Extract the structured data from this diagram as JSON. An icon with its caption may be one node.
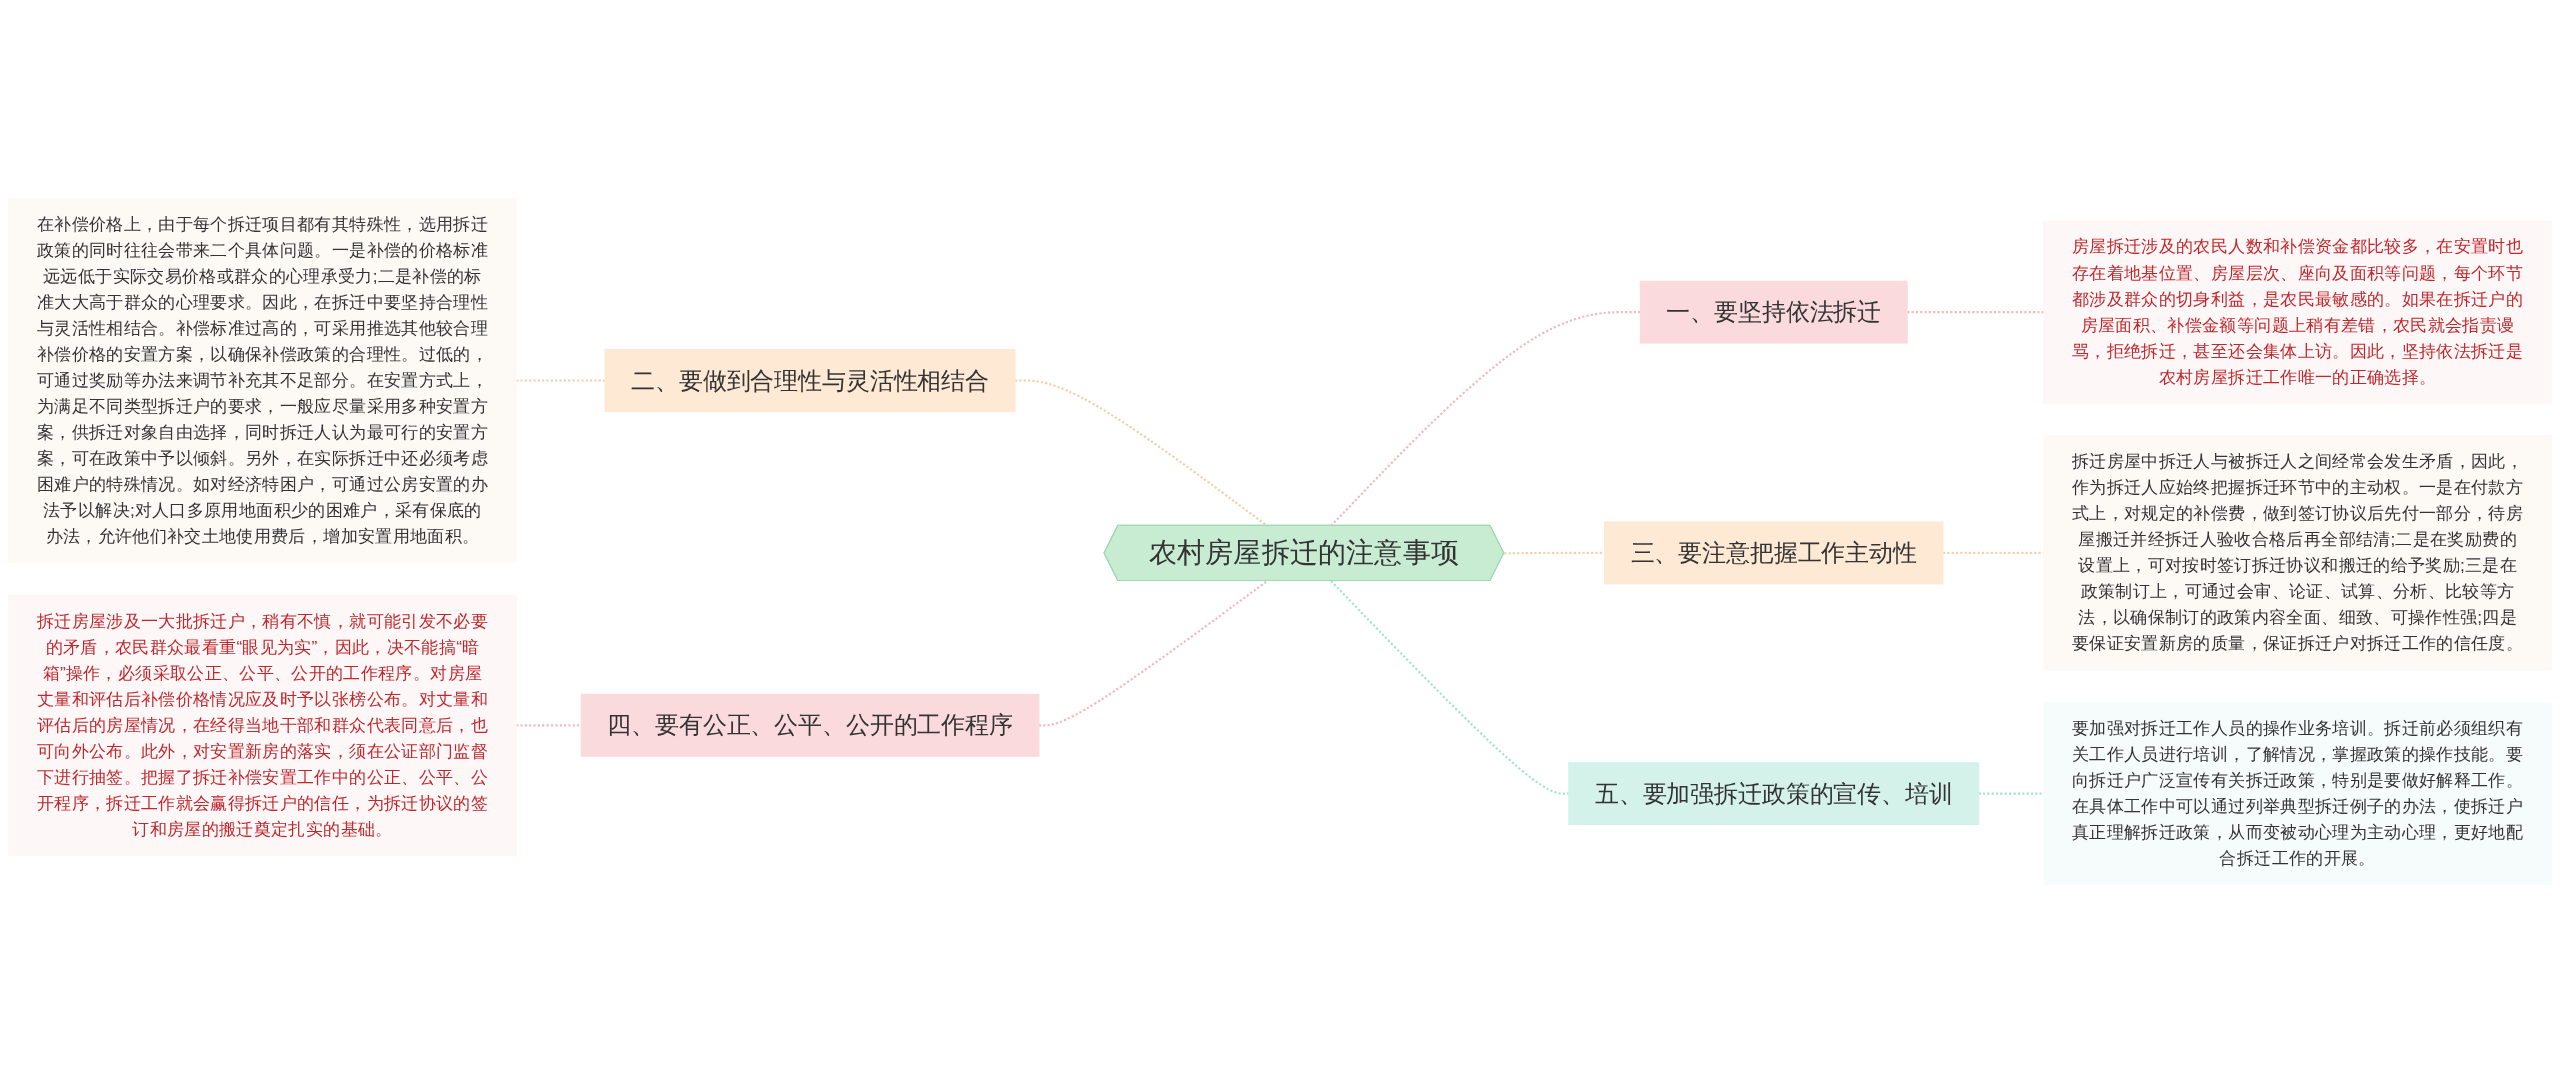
{
  "diagram": {
    "nodes": [
      {
        "text": [
          "农村房屋拆迁的注意事项"
        ]
      },
      {
        "text": [
          "一、要坚持依法拆迁"
        ]
      },
      {
        "text": [
          "房屋拆迁涉及的农民人数和补偿资金都比较多，在安置时也存在着地基位置、房屋层次、座向及面积等问题，每个环节都涉及群众的切身利益，是农民最敏感的。如果在拆迁户的房屋面积、补偿金额等问题上稍有差错，农民就会指责谩骂，拒绝拆迁，甚至还会集体上访。因此，坚持依法拆迁是农村房屋拆迁工作唯一的正确选择。"
        ]
      },
      {
        "text": [
          "二、要做到合理性与灵活性相结合"
        ]
      },
      {
        "text": [
          "在补偿价格上，由于每个拆迁项目都有其特殊性，选用拆迁政策的同时往往会带来二个具体问题。一是补偿的价格标准远远低于实际交易价格或群众的心理承受力;二是补偿的标准大大高于群众的心理要求。因此，在拆迁中要坚持合理性与灵活性相结合。补偿标准过高的，可采用推选其他较合理补偿价格的安置方案，以确保补偿政策的合理性。过低的，可通过奖励等办法来调节补充其不足部分。在安置方式上，为满足不同类型拆迁户的要求，一般应尽量采用多种安置方案，供拆迁对象自由选择，同时拆迁人认为最可行的安置方案，可在政策中予以倾斜。另外，在实际拆迁中还必须考虑困难户的特殊情况。如对经济特困户，可通过公房安置的办法予以解决;对人口多原用地面积少的困难户，采有保底的办法，允许他们补交土地使用费后，增加安置用地面积。"
        ]
      },
      {
        "text": [
          "三、要注意把握工作主动性"
        ]
      },
      {
        "text": [
          "拆迁房屋中拆迁人与被拆迁人之间经常会发生矛盾，因此，作为拆迁人应始终把握拆迁环节中的主动权。一是在付款方式上，对规定的补偿费，做到签订协议后先付一部分，待房屋搬迁并经拆迁人验收合格后再全部结清;二是在奖励费的设置上，可对按时签订拆迁协议和搬迁的给予奖励;三是在政策制订上，可通过会审、论证、试算、分析、比较等方法，以确保制订的政策内容全面、细致、可操作性强;四是要保证安置新房的质量，保证拆迁户对拆迁工作的信任度。"
        ]
      },
      {
        "text": [
          "四、要有公正、公平、公开的工作程序"
        ]
      },
      {
        "text": [
          "拆迁房屋涉及一大批拆迁户，稍有不慎，就可能引发不必要的矛盾，农民群众最看重“眼见为实”，因此，决不能搞“暗箱”操作，必须采取公正、公平、公开的工作程序。对房屋丈量和评估后补偿价格情况应及时予以张榜公布。对丈量和评估后的房屋情况，在经得当地干部和群众代表同意后，也可向外公布。此外，对安置新房的落实，须在公证部门监督下进行抽签。把握了拆迁补偿安置工作中的公正、公平、公开程序，拆迁工作就会赢得拆迁户的信任，为拆迁协议的签订和房屋的搬迁奠定扎实的基础。"
        ]
      },
      {
        "text": [
          "五、要加强拆迁政策的宣传、培训"
        ]
      },
      {
        "text": [
          "要加强对拆迁工作人员的操作业务培训。拆迁前必须组织有关工作人员进行培训，了解情况，掌握政策的操作技能。要向拆迁户广泛宣传有关拆迁政策，特别是要做好解释工作。在具体工作中可以通过列举典型拆迁例子的办法，使拆迁户真正理解拆迁政策，从而变被动心理为主动心理，更好地配合拆迁工作的开展。"
        ]
      }
    ],
    "edges": [
      {
        "from": 0,
        "to": 1,
        "arrow": "none",
        "style": "dashed",
        "color": "#f2b8be"
      },
      {
        "from": 1,
        "to": 2,
        "arrow": "none",
        "style": "dashed",
        "color": "#f2b8be"
      },
      {
        "from": 3,
        "to": 0,
        "arrow": "none",
        "style": "dashed",
        "color": "#f3cfa8"
      },
      {
        "from": 4,
        "to": 3,
        "arrow": "none",
        "style": "dashed",
        "color": "#f3cfa8"
      },
      {
        "from": 0,
        "to": 5,
        "arrow": "none",
        "style": "dashed",
        "color": "#f3cfa8"
      },
      {
        "from": 5,
        "to": 6,
        "arrow": "none",
        "style": "dashed",
        "color": "#f3cfa8"
      },
      {
        "from": 7,
        "to": 0,
        "arrow": "none",
        "style": "dashed",
        "color": "#f2b8be"
      },
      {
        "from": 8,
        "to": 7,
        "arrow": "none",
        "style": "dashed",
        "color": "#f2b8be"
      },
      {
        "from": 0,
        "to": 9,
        "arrow": "none",
        "style": "dashed",
        "color": "#a8e0d2"
      },
      {
        "from": 9,
        "to": 10,
        "arrow": "none",
        "style": "dashed",
        "color": "#a8e0d2"
      }
    ]
  }
}
